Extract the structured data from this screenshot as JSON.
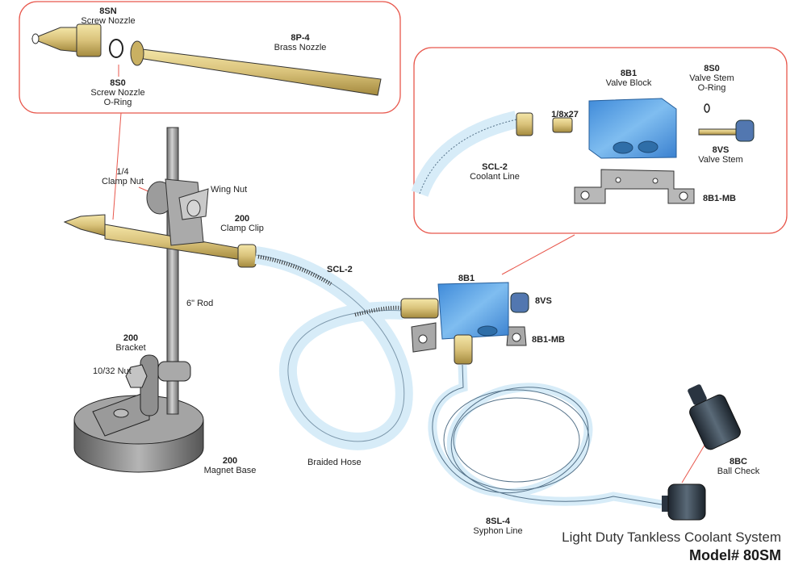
{
  "title": "Light Duty Tankless Coolant System",
  "model": "Model# 80SM",
  "colors": {
    "callout": "#e8574c",
    "brass": "#d9c27a",
    "valve_blue": "#4d9be0",
    "steel": "#9a9a9a",
    "hose": "#d7ecf8",
    "ball_check": "#2a3440"
  },
  "callouts": {
    "nozzle_kit": {
      "screw_nozzle": {
        "code": "8SN",
        "name": "Screw Nozzle"
      },
      "screw_nozzle_oring": {
        "code": "8S0",
        "name": "Screw Nozzle",
        "name2": "O-Ring"
      },
      "brass_nozzle": {
        "code": "8P-4",
        "name": "Brass Nozzle"
      }
    },
    "valve_kit": {
      "fitting": {
        "code": "1/8x27"
      },
      "valve_block": {
        "code": "8B1",
        "name": "Valve Block"
      },
      "valve_stem_oring": {
        "code": "8S0",
        "name": "Valve Stem",
        "name2": "O-Ring"
      },
      "valve_stem": {
        "code": "8VS",
        "name": "Valve Stem"
      },
      "coolant_line": {
        "code": "SCL-2",
        "name": "Coolant Line"
      },
      "mount_bracket": {
        "code": "8B1-MB"
      }
    }
  },
  "assembly": {
    "clamp_nut": {
      "code": "1/4",
      "name": "Clamp Nut"
    },
    "wing_nut": {
      "name": "Wing Nut"
    },
    "clamp_clip": {
      "code": "200",
      "name": "Clamp Clip"
    },
    "rod": {
      "name": "6\" Rod"
    },
    "bracket": {
      "code": "200",
      "name": "Bracket"
    },
    "nut": {
      "name": "10/32 Nut"
    },
    "magnet_base": {
      "code": "200",
      "name": "Magnet Base"
    },
    "hose_code": {
      "code": "SCL-2"
    },
    "braided_hose": {
      "name": "Braided Hose"
    },
    "valve_block": {
      "code": "8B1"
    },
    "valve_stem": {
      "code": "8VS"
    },
    "mount_bracket": {
      "code": "8B1-MB"
    },
    "syphon_line": {
      "code": "8SL-4",
      "name": "Syphon Line"
    },
    "ball_check": {
      "code": "8BC",
      "name": "Ball Check"
    }
  }
}
